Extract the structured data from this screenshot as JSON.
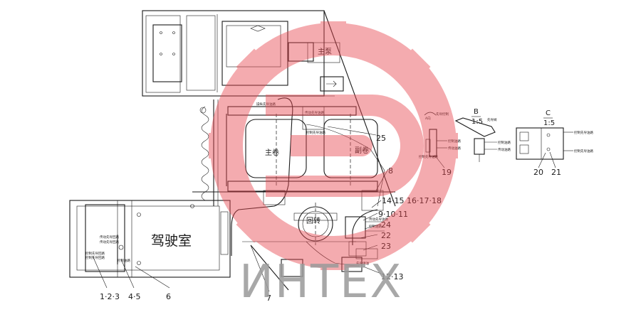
{
  "labels": {
    "cab": "驾驶室",
    "main_pump": "主泵",
    "main_winch": "主卷",
    "sub_winch": "副卷",
    "slewing": "回转",
    "detail_b_title": "B",
    "detail_b_scale": "1:5",
    "detail_c_title": "C",
    "detail_c_scale": "1:5",
    "view_mark": "A向"
  },
  "callouts": {
    "c1": "1·2·3",
    "c2": "4·5",
    "c3": "6",
    "c4": "7",
    "c5": "8",
    "c6": "9·10·11",
    "c7": "12·13",
    "c8": "14·15 16·17·18",
    "c9": "19",
    "c10": "20",
    "c11": "21",
    "c12": "22",
    "c13": "23",
    "c14": "24",
    "c15": "25"
  },
  "watermark": {
    "text": "ИНТЕХ",
    "color": "#e8474f"
  }
}
